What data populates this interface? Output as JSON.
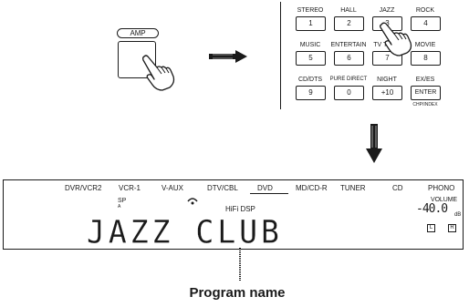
{
  "amp_button": {
    "label": "AMP"
  },
  "keypad": {
    "rows": [
      [
        {
          "top": "STEREO",
          "key": "1"
        },
        {
          "top": "HALL",
          "key": "2"
        },
        {
          "top": "JAZZ",
          "key": "3"
        },
        {
          "top": "ROCK",
          "key": "4"
        }
      ],
      [
        {
          "top": "MUSIC",
          "key": "5"
        },
        {
          "top": "ENTERTAIN",
          "key": "6"
        },
        {
          "top": "TV THTR",
          "key": "7"
        },
        {
          "top": "MOVIE",
          "key": "8"
        }
      ],
      [
        {
          "top": "CD/DTS",
          "key": "9"
        },
        {
          "top": "PURE DIRECT",
          "key": "0"
        },
        {
          "top": "NIGHT",
          "key": "+10"
        },
        {
          "top": "EX/ES",
          "key": "ENTER"
        }
      ]
    ],
    "sub_label": "CHP/INDEX"
  },
  "display": {
    "sources": [
      "DVR/VCR2",
      "VCR-1",
      "V-AUX",
      "DTV/CBL",
      "DVD",
      "MD/CD-R",
      "TUNER",
      "CD",
      "PHONO"
    ],
    "active_source": "DVD",
    "sp_label": "SP",
    "sp_sub": "A",
    "hifi_dsp": "HiFi DSP",
    "program_text": "JAZZ CLUB",
    "volume_label": "VOLUME",
    "volume_value": "-40.0",
    "volume_unit": "dB",
    "indicator_left": "L",
    "indicator_right": "R"
  },
  "caption": "Program name",
  "colors": {
    "ink": "#1a1a1a",
    "background": "#ffffff"
  },
  "icons": [
    "hand-pointer-icon",
    "right-arrow-icon",
    "down-arrow-icon"
  ]
}
